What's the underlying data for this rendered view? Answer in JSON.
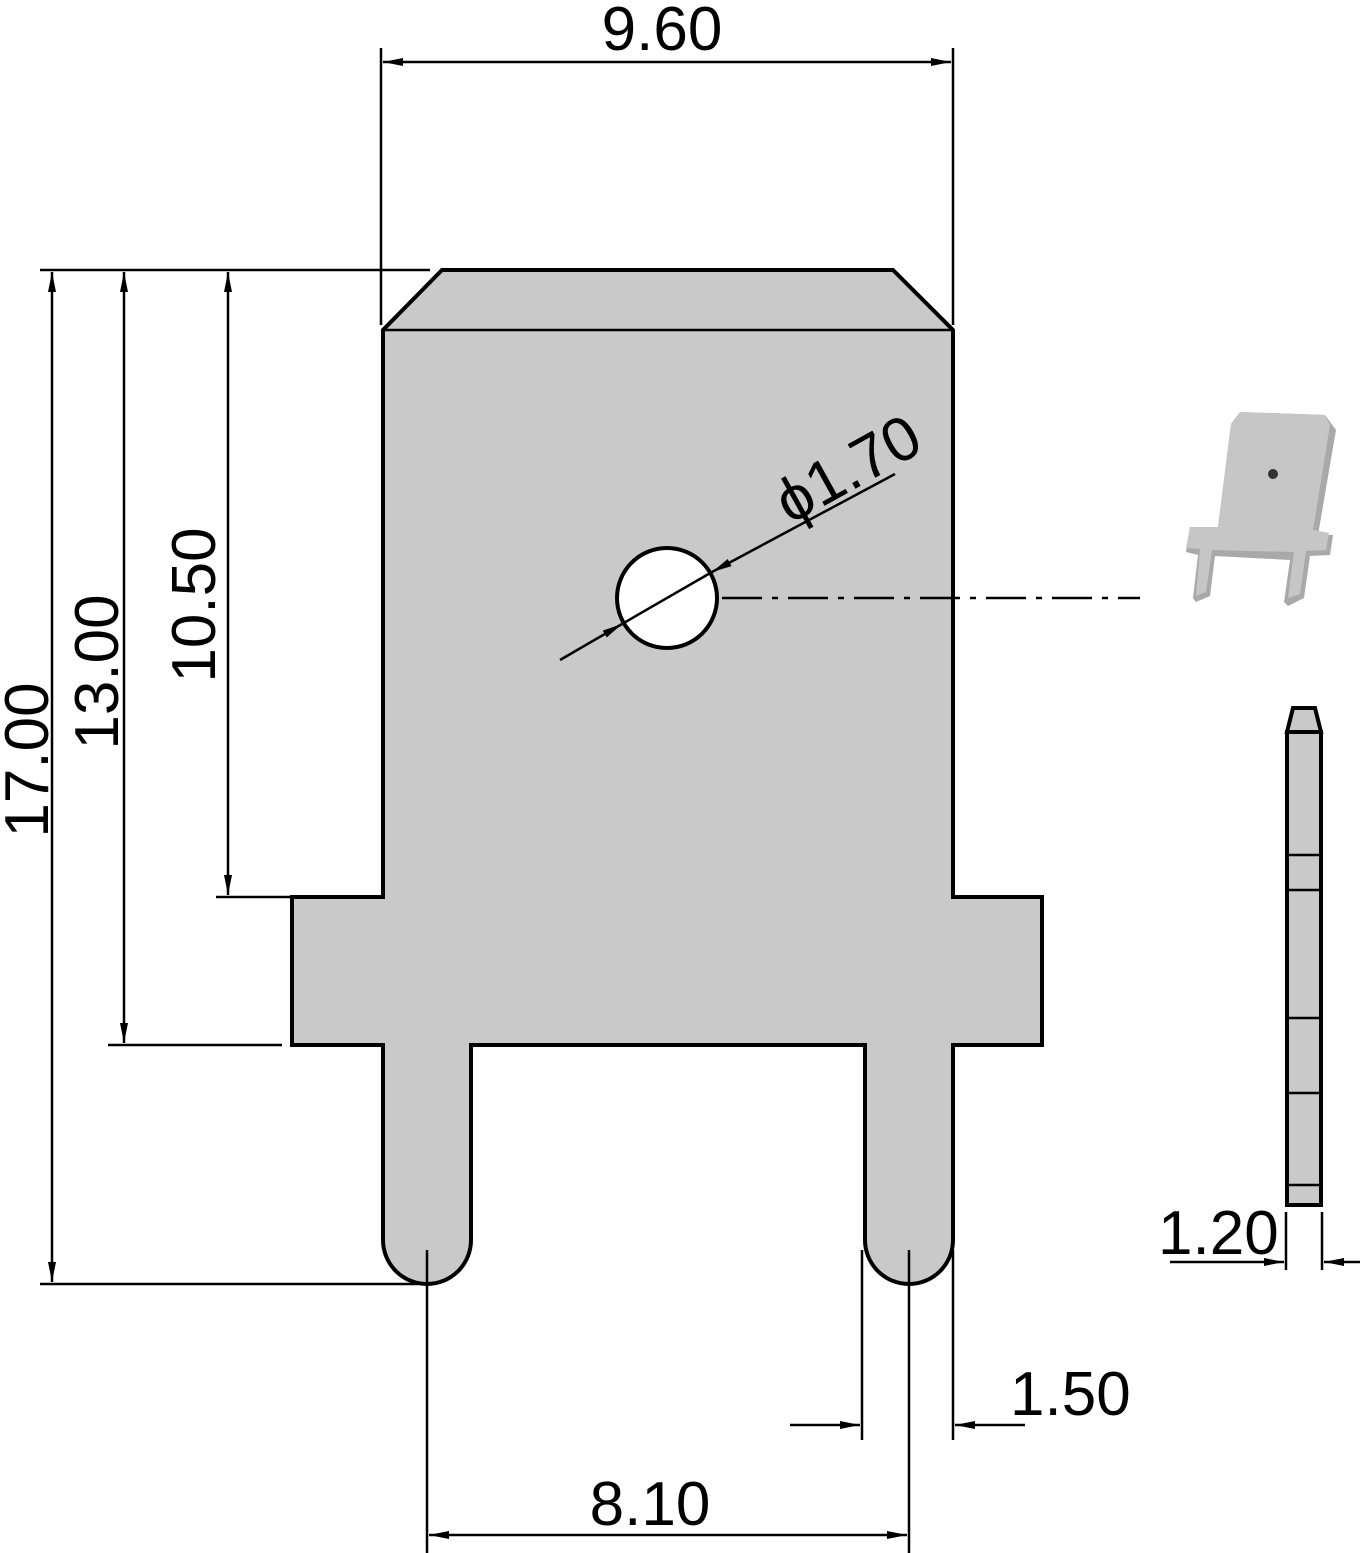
{
  "drawing": {
    "fill_color": "#c8c9c8",
    "dimensions": {
      "width_top": "9.60",
      "total_height": "17.00",
      "height_to_tab_bottom": "13.00",
      "height_to_tab_top": "10.50",
      "hole_diameter": "ϕ1.70",
      "pin_width": "1.50",
      "pin_spacing": "8.10",
      "thickness": "1.20"
    }
  }
}
